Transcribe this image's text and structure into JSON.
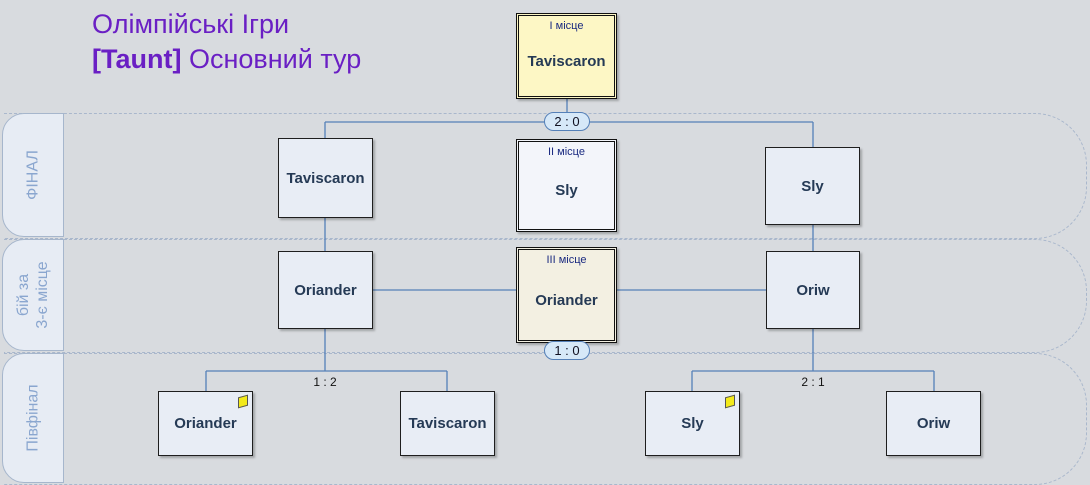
{
  "header": {
    "title_line1": "Олімпійські Ігри",
    "title_tag": "[Taunt]",
    "title_rest": "Основний тур"
  },
  "lanes": {
    "final": "ФІНАЛ",
    "third_line1": "бій за",
    "third_line2": "3-є місце",
    "semifinal": "Півфінал"
  },
  "podium": {
    "first": {
      "caption": "I місце",
      "name": "Taviscaron"
    },
    "second": {
      "caption": "II місце",
      "name": "Sly"
    },
    "third": {
      "caption": "III місце",
      "name": "Oriander"
    }
  },
  "final": {
    "left": "Taviscaron",
    "right": "Sly",
    "score": "2 : 0"
  },
  "third_place": {
    "left": "Oriander",
    "right": "Oriw",
    "score": "1 : 0"
  },
  "semifinals": {
    "left": {
      "a": "Oriander",
      "b": "Taviscaron",
      "score": "1 : 2"
    },
    "right": {
      "a": "Sly",
      "b": "Oriw",
      "score": "2 : 1"
    }
  },
  "colors": {
    "title": "#6a1fc4",
    "connector": "#5580b8",
    "gold": "#fdf7c5",
    "flag": "#f3ea1a"
  }
}
